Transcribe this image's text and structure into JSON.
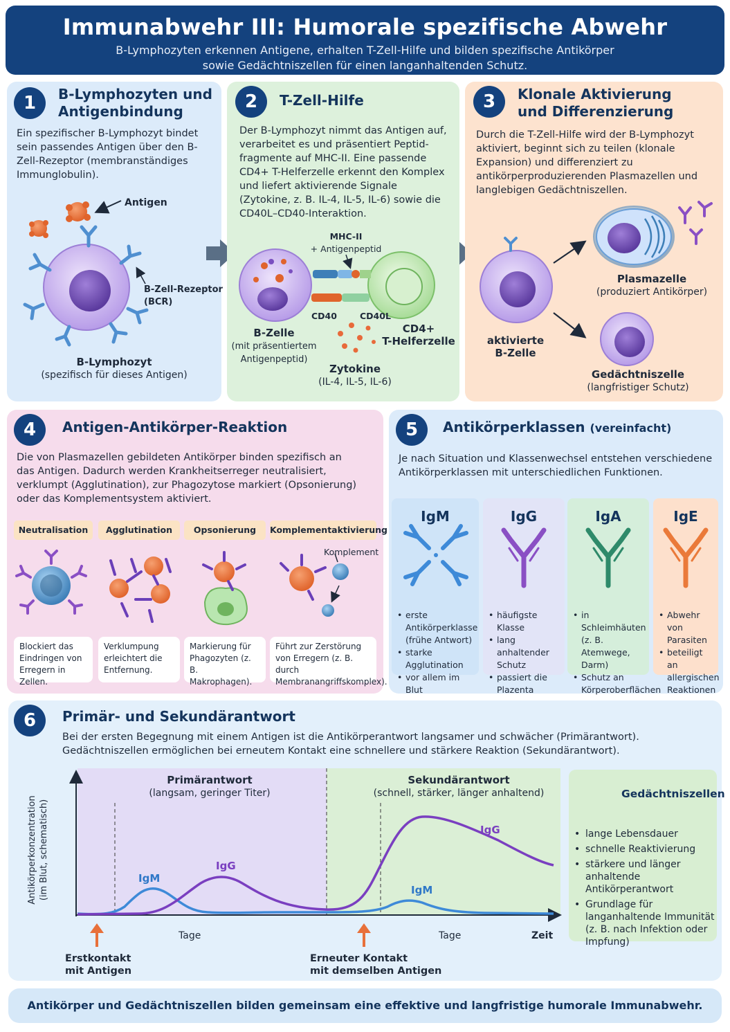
{
  "header": {
    "title": "Immunabwehr III: Humorale spezifische Abwehr",
    "subtitle_line1": "B-Lymphozyten erkennen Antigene, erhalten T-Zell-Hilfe und bilden spezifische Antikörper",
    "subtitle_line2": "sowie Gedächtniszellen für einen langanhaltenden Schutz."
  },
  "p1": {
    "num": "1",
    "title_line1": "B-Lymphozyten und",
    "title_line2": "Antigenbindung",
    "text": "Ein spezifischer B-Lymphozyt bindet sein passendes Antigen über den B-Zell-Rezeptor (membranständiges Immunglobulin).",
    "antigen": "Antigen",
    "bcr_line1": "B-Zell-Rezeptor",
    "bcr_line2": "(BCR)",
    "cell": "B-Lymphozyt",
    "cell_sub": "(spezifisch für dieses Antigen)"
  },
  "p2": {
    "num": "2",
    "title": "T-Zell-Hilfe",
    "text": "Der B-Lymphozyt nimmt das Antigen auf, verarbeitet es und präsentiert Peptid-fragmente auf MHC-II. Eine passende CD4+ T-Helferzelle erkennt den Komplex und liefert aktivierende Signale (Zytokine, z. B. IL-4, IL-5, IL-6) sowie die CD40L–CD40-Interaktion.",
    "mhc_line1": "MHC-II",
    "mhc_line2": "+ Antigenpeptid",
    "cd40": "CD40",
    "cd40l": "CD40L",
    "bcell": "B-Zelle",
    "bcell_sub1": "(mit präsentiertem",
    "bcell_sub2": "Antigenpeptid)",
    "tcell_line1": "CD4+",
    "tcell_line2": "T-Helferzelle",
    "cyto": "Zytokine",
    "cyto_sub": "(IL-4, IL-5, IL-6)"
  },
  "p3": {
    "num": "3",
    "title_line1": "Klonale Aktivierung",
    "title_line2": "und Differenzierung",
    "text": "Durch die T-Zell-Hilfe wird der B-Lymphozyt aktiviert, beginnt sich zu teilen (klonale Expansion) und differenziert zu antikörperproduzierenden Plasmazellen und langlebigen Gedächtniszellen.",
    "active_line1": "aktivierte",
    "active_line2": "B-Zelle",
    "plasma": "Plasmazelle",
    "plasma_sub": "(produziert Antikörper)",
    "memory": "Gedächtniszelle",
    "memory_sub": "(langfristiger Schutz)"
  },
  "p4": {
    "num": "4",
    "title": "Antigen-Antikörper-Reaktion",
    "text": "Die von Plasmazellen gebildeten Antikörper binden spezifisch an das Antigen. Dadurch werden Krankheitserreger neutralisiert, verklumpt (Agglutination), zur Phagozytose markiert (Opsonierung) oder das Komplementsystem aktiviert.",
    "komplement": "Komplement",
    "items": [
      {
        "tag": "Neutralisation",
        "desc": "Blockiert das Eindringen von Erregern in Zellen."
      },
      {
        "tag": "Agglutination",
        "desc": "Verklumpung erleichtert die Entfernung."
      },
      {
        "tag": "Opsonierung",
        "desc": "Markierung für Phagozyten (z. B. Makrophagen)."
      },
      {
        "tag": "Komplementaktivierung",
        "desc": "Führt zur Zerstörung von Erregern (z. B. durch Membranangriffskomplex)."
      }
    ]
  },
  "p5": {
    "num": "5",
    "title": "Antikörperklassen",
    "title_suffix": "(vereinfacht)",
    "text": "Je nach Situation und Klassenwechsel entstehen verschiedene Antikörperklassen mit unterschiedlichen Funktionen.",
    "classes": [
      {
        "name": "IgM",
        "points": [
          "erste Antikörperklasse (frühe Antwort)",
          "starke Agglutination",
          "vor allem im Blut"
        ]
      },
      {
        "name": "IgG",
        "points": [
          "häufigste Klasse",
          "lang anhaltender Schutz",
          "passiert die Plazenta"
        ]
      },
      {
        "name": "IgA",
        "points": [
          "in Schleimhäuten (z. B. Atemwege, Darm)",
          "Schutz an Körperoberflächen"
        ]
      },
      {
        "name": "IgE",
        "points": [
          "Abwehr von Parasiten",
          "beteiligt an allergischen Reaktionen"
        ]
      }
    ]
  },
  "p6": {
    "num": "6",
    "title": "Primär- und Sekundärantwort",
    "text_line1": "Bei der ersten Begegnung mit einem Antigen ist die Antikörperantwort langsamer und schwächer (Primärantwort).",
    "text_line2": "Gedächtniszellen ermöglichen bei erneutem Kontakt eine schnellere und stärkere Reaktion (Sekundärantwort).",
    "primary": "Primärantwort",
    "primary_sub": "(langsam, geringer Titer)",
    "secondary": "Sekundärantwort",
    "secondary_sub": "(schnell, stärker, länger anhaltend)",
    "yaxis_line1": "Antikörperkonzentration",
    "yaxis_line2": "(im Blut, schematisch)",
    "igm1": "IgM",
    "igg1": "IgG",
    "igm2": "IgM",
    "igg2": "IgG",
    "tage1": "Tage",
    "tage2": "Tage",
    "zeit": "Zeit",
    "first_line1": "Erstkontakt",
    "first_line2": "mit Antigen",
    "second_line1": "Erneuter Kontakt",
    "second_line2": "mit demselben Antigen",
    "memory_title": "Gedächtniszellen",
    "memory_points": [
      "lange Lebensdauer",
      "schnelle Reaktivierung",
      "stärkere und länger anhaltende Antikörperantwort",
      "Grundlage für langanhaltende Immunität (z. B. nach Infektion oder Impfung)"
    ]
  },
  "footer": {
    "text": "Antikörper und Gedächtniszellen bilden gemeinsam eine effektive und langfristige humorale Immunabwehr."
  }
}
